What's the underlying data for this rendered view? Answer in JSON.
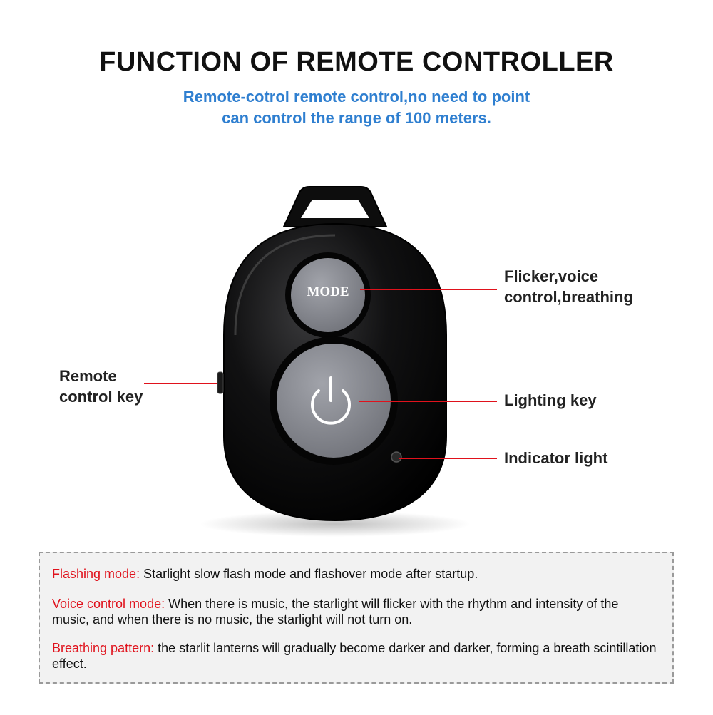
{
  "header": {
    "title": "FUNCTION OF REMOTE CONTROLLER",
    "subtitle_line1": "Remote-cotrol remote control,no need to point",
    "subtitle_line2": "can control the range of 100 meters."
  },
  "device": {
    "mode_button_text": "MODE"
  },
  "callouts": {
    "mode": "Flicker,voice control,breathing",
    "mode_line1": "Flicker,voice",
    "mode_line2": "control,breathing",
    "remote_line1": "Remote",
    "remote_line2": "control key",
    "lighting": "Lighting key",
    "indicator": "Indicator light"
  },
  "info": {
    "items": [
      {
        "key": "Flashing mode:",
        "text": " Starlight slow flash mode and flashover mode after startup."
      },
      {
        "key": "Voice control mode:",
        "text": " When there is music, the starlight will flicker with the rhythm and intensity of the music, and when there is no music, the starlight will not turn on."
      },
      {
        "key": "Breathing pattern:",
        "text": " the starlit lanterns will gradually become darker and darker, forming a breath scintillation effect."
      }
    ]
  },
  "colors": {
    "accent_red": "#e0121c",
    "subtitle_blue": "#2f7fd0",
    "device_body": "#0c0c0c",
    "button_gray": "#8d8f96"
  }
}
